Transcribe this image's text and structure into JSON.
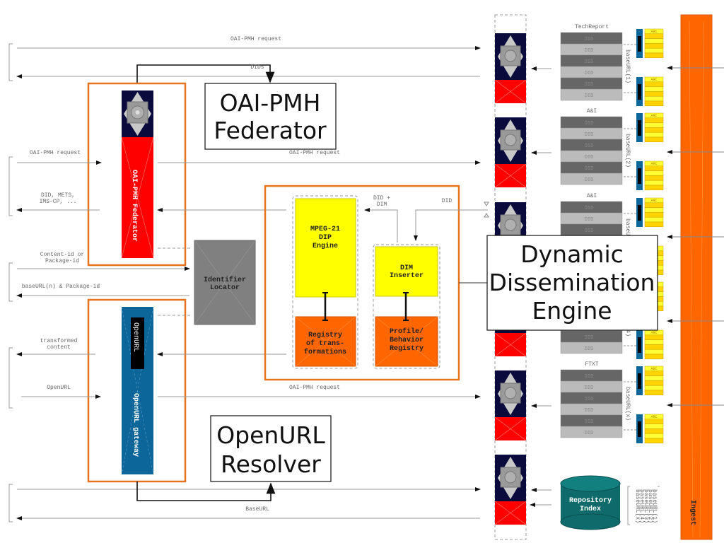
{
  "flows": {
    "oai_request_top": "OAI-PMH request",
    "dids": "DIDs",
    "oai_request_left": "OAI-PMH request",
    "oai_request_mid": "OAI-PMH request",
    "did_mets_line1": "DID, METS,",
    "did_mets_line2": "IMS-CP, ...",
    "content_id_line1": "Content-id or",
    "content_id_line2": "Package-id",
    "baseurl_package": "baseURL(n) & Package-id",
    "transformed_line1": "transformed",
    "transformed_line2": "content",
    "openurl": "OpenURL",
    "oai_request_bottom": "OAI-PMH request",
    "baseurl_bottom": "BaseURL",
    "did_dim_line1": "DID +",
    "did_dim_line2": "DIM",
    "did_right": "DID"
  },
  "components": {
    "oai_federator_bar": "OAI-PMH Federator",
    "openurl_tag": "OpenURL",
    "openurl_gateway_bar": "OpenURL gateway",
    "identifier_locator_line1": "Identifier",
    "identifier_locator_line2": "Locator",
    "dip_engine_line1": "MPEG-21",
    "dip_engine_line2": "DIP",
    "dip_engine_line3": "Engine",
    "registry_line1": "Registry",
    "registry_line2": "of trans-",
    "registry_line3": "formations",
    "dim_inserter_line1": "DIM",
    "dim_inserter_line2": "Inserter",
    "profile_line1": "Profile/",
    "profile_line2": "Behavior",
    "profile_line3": "Registry",
    "repository_index_line1": "Repository",
    "repository_index_line2": "Index",
    "ingest": "Ingest"
  },
  "callouts": {
    "federator_line1": "OAI-PMH",
    "federator_line2": "Federator",
    "resolver_line1": "OpenURL",
    "resolver_line2": "Resolver",
    "dde_line1": "Dynamic",
    "dde_line2": "Dissemination",
    "dde_line3": "Engine"
  },
  "repositories": [
    {
      "name": "TechReport",
      "baseurl": "baseURL(1)"
    },
    {
      "name": "A&I",
      "baseurl": "baseURL(2)"
    },
    {
      "name": "A&I",
      "baseurl": "baseURL(3)"
    },
    {
      "name": "",
      "baseurl": "baseURL(4)"
    },
    {
      "name": "FTXT",
      "baseurl": "baseURL(x)"
    }
  ],
  "did_label": "DID",
  "arc_label": "ARC",
  "index_list": [
    "baseURL(1)",
    "baseURL(2)",
    "baseURL(3)",
    "baseURL(4)",
    "baseURL(x)"
  ],
  "colors": {
    "orange": "#ff6600",
    "red": "#ff0000",
    "navy": "#0a0a3c",
    "blue": "#0d6699",
    "yellow": "#ffff00",
    "gray": "#808080",
    "teal": "#0f6b6b"
  }
}
